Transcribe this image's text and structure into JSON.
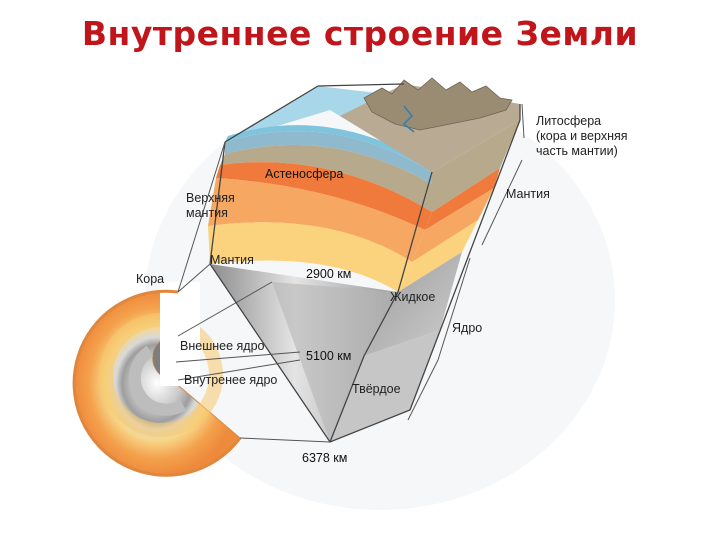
{
  "title": "Внутреннее строение Земли",
  "labels": {
    "lithosphere": [
      "Литосфера",
      "(кора и верхняя",
      "часть мантии)"
    ],
    "asthenosphere": "Астеносфера",
    "upper_mantle": [
      "Верхняя",
      "мантия"
    ],
    "mantle_left": "Мантия",
    "mantle_right": "Мантия",
    "crust": "Кора",
    "outer_core": "Внешнее ядро",
    "inner_core": "Внутренее ядро",
    "liquid": "Жидкое",
    "solid": "Твёрдое",
    "core": "Ядро",
    "depth_2900": "2900 км",
    "depth_5100": "5100 км",
    "depth_6378": "6378 км"
  },
  "colors": {
    "title": "#c0151a",
    "ocean": "#a9d7ea",
    "crust": "#b9ab93",
    "asthenosphere": "#ef7a3c",
    "upper_mantle": "#f6a762",
    "mantle": "#fbd27e",
    "outer_core": "#b9b9b9",
    "inner_core": "#9c9c9c"
  }
}
